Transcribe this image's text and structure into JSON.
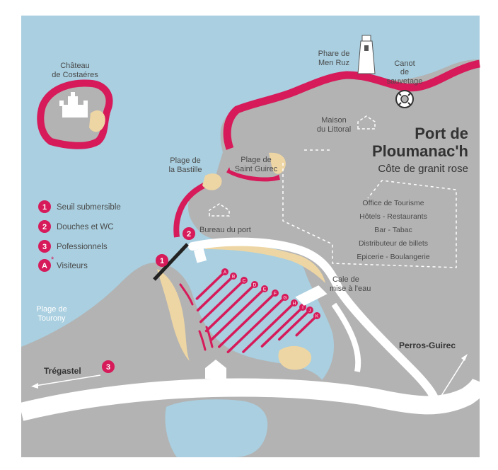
{
  "title": {
    "line1": "Port de",
    "line2": "Ploumanac'h",
    "subtitle": "Côte de granit rose"
  },
  "places": {
    "chateau_line1": "Château",
    "chateau_line2": "de Costaéres",
    "phare_line1": "Phare de",
    "phare_line2": "Men Ruz",
    "canot_line1": "Canot",
    "canot_line2": "de",
    "canot_line3": "sauvetage",
    "maison_line1": "Maison",
    "maison_line2": "du Littoral",
    "bastille_line1": "Plage de",
    "bastille_line2": "la Bastille",
    "guirec_line1": "Plage de",
    "guirec_line2": "Saint Guirec",
    "bureau": "Bureau du port",
    "cale_line1": "Cale de",
    "cale_line2": "mise à l'eau",
    "tourony_line1": "Plage de",
    "tourony_line2": "Tourony",
    "tregastel": "Trégastel",
    "perros": "Perros-Guirec"
  },
  "services": [
    "Office de Tourisme",
    "Hôtels - Restaurants",
    "Bar - Tabac",
    "Distributeur de billets",
    "Epicerie - Boulangerie"
  ],
  "legend": [
    {
      "key": "1",
      "label": "Seuil submersible"
    },
    {
      "key": "2",
      "label": "Douches et WC"
    },
    {
      "key": "3",
      "label": "Pofessionnels"
    },
    {
      "key": "A",
      "label": "Visiteurs",
      "star": "*"
    }
  ],
  "markers": {
    "m1": "1",
    "m2": "2",
    "m3": "3"
  },
  "pontoons": [
    "A",
    "B",
    "C",
    "D",
    "E",
    "F",
    "G",
    "H",
    "I",
    "J",
    "K"
  ],
  "colors": {
    "sea": "#a9cfe0",
    "land": "#b3b3b3",
    "sand": "#eed6a4",
    "rose": "#d61a5a",
    "road": "#ffffff",
    "text": "#4a4a4a"
  }
}
